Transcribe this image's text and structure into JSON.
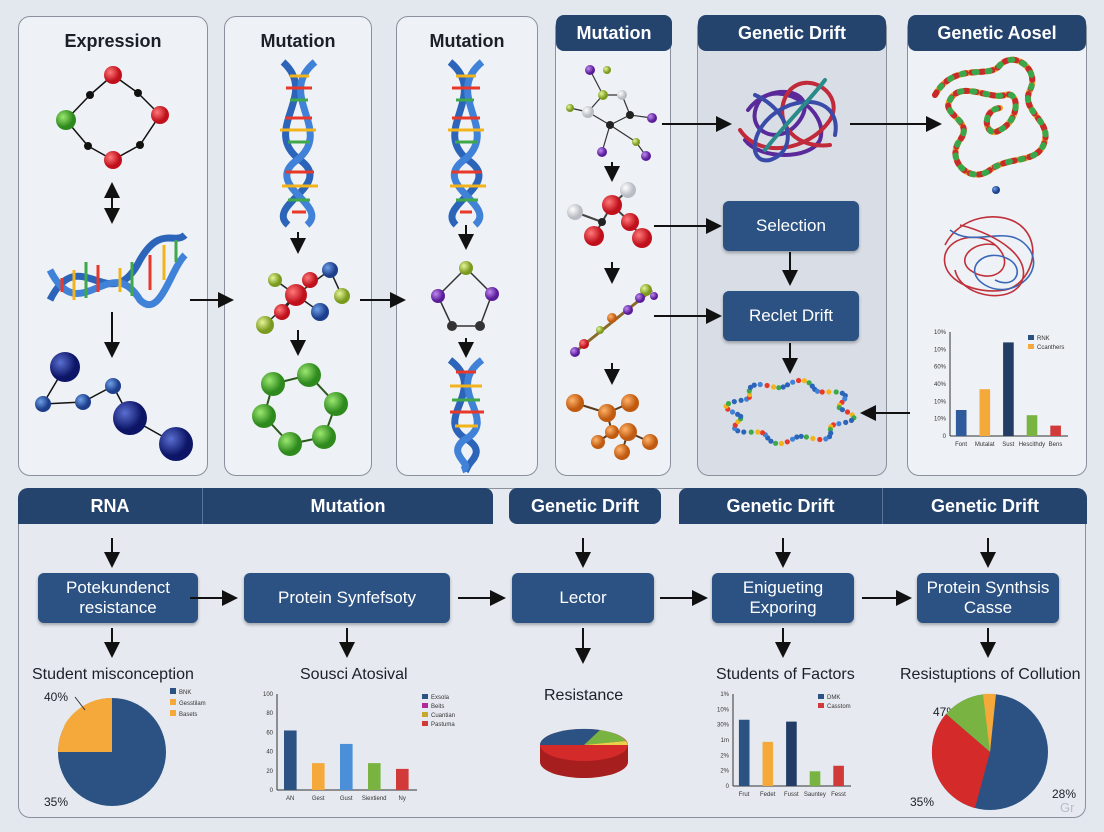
{
  "top_panels": [
    {
      "title": "Expression"
    },
    {
      "title": "Mutation"
    },
    {
      "title": "Mutation"
    },
    {
      "title": "Mutation"
    },
    {
      "title": "Genetic Drift"
    },
    {
      "title": "Genetic Aosel"
    }
  ],
  "top_boxes": {
    "selection": "Selection",
    "reclet_drift": "Reclet Drift"
  },
  "top_chart": {
    "legend": [
      "RNK",
      "Ccanthers"
    ],
    "yticks": [
      "10%",
      "10%",
      "60%",
      "40%",
      "10%",
      "10%",
      "0"
    ],
    "categories": [
      "Font",
      "Mutalat",
      "Sust",
      "Hescithdy",
      "Bens"
    ],
    "values": [
      25,
      45,
      90,
      20,
      10
    ],
    "colors": [
      "#2f5a9b",
      "#f5a93b",
      "#233c66",
      "#79b443",
      "#d23a3a"
    ]
  },
  "bottom_headers": [
    "RNA",
    "Mutation",
    "Genetic Drift",
    "Genetic Drift",
    "Genetic Drift"
  ],
  "bottom_boxes": [
    "Potekundenct resistance",
    "Protein Synfefsoty",
    "Lector",
    "Enigueting Exporing",
    "Protein Synthsis Casse"
  ],
  "bottom_labels": [
    "Student misconception",
    "Sousci Atosival",
    "Resistance",
    "Students of Factors",
    "Resistuptions of Collution"
  ],
  "pie1": {
    "pct_top": "40%",
    "pct_bottom": "35%",
    "legend": [
      "BNK",
      "Gesstilam",
      "Basets"
    ]
  },
  "bar2": {
    "yticks": [
      "100",
      "80",
      "60",
      "40",
      "20",
      "0"
    ],
    "legend": [
      "Exsola",
      "Beits",
      "Cuantian",
      "Pastuma"
    ],
    "categories": [
      "AN",
      "Gest",
      "Gust",
      "Siextiend",
      "Ny"
    ],
    "values": [
      62,
      28,
      48,
      28,
      22
    ],
    "colors": [
      "#2b5283",
      "#f5a93b",
      "#4a8fd8",
      "#79b443",
      "#d23a3a"
    ]
  },
  "bar4": {
    "yticks": [
      "1%",
      "10%",
      "30%",
      "1m",
      "2%",
      "2%",
      "0"
    ],
    "legend": [
      "DMK",
      "Casstom"
    ],
    "categories": [
      "Frut",
      "Fedet",
      "Fusst",
      "Sauntey",
      "Fesst"
    ],
    "values": [
      72,
      48,
      70,
      16,
      22
    ],
    "colors": [
      "#2b5283",
      "#f5a93b",
      "#233c66",
      "#79b443",
      "#d23a3a"
    ]
  },
  "pie5": {
    "pct_left": "47%",
    "pct_bottom": "35%",
    "pct_right": "28%",
    "watermark": "Gr"
  },
  "colors": {
    "navy": "#24446e",
    "box": "#2b5283",
    "panel": "#eef1f5"
  }
}
